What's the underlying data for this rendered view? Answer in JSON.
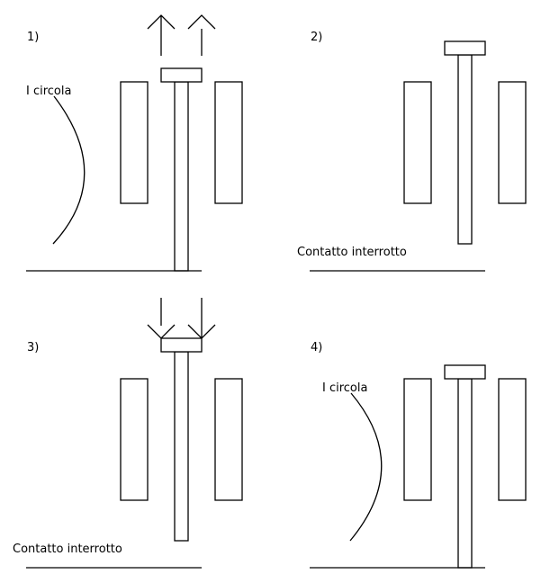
{
  "panels": [
    {
      "number": "1)",
      "label": "I circola",
      "state": "plunger-up, current flowing, arrows up"
    },
    {
      "number": "2)",
      "label": "Contatto interrotto"
    },
    {
      "number": "3)",
      "label": "Contatto interrotto"
    },
    {
      "number": "4)",
      "label": "I circola"
    }
  ]
}
